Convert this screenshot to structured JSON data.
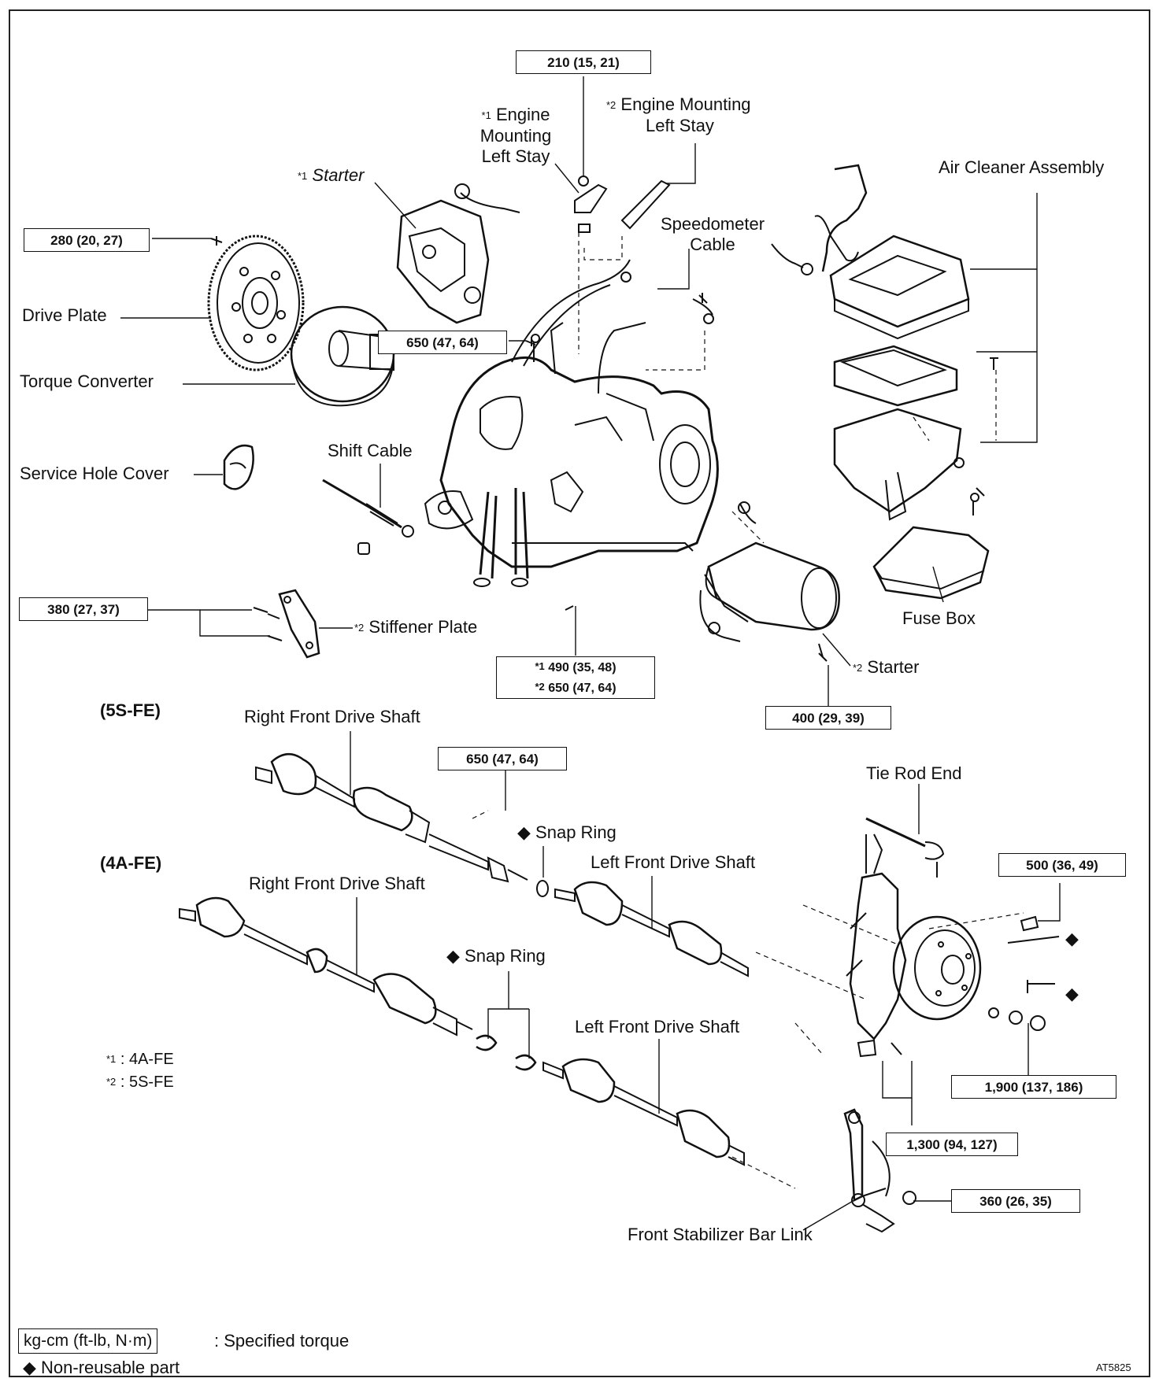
{
  "labels": {
    "drive_plate": "Drive Plate",
    "torque_converter": "Torque Converter",
    "service_hole_cover": "Service Hole Cover",
    "starter1_mark": "*1",
    "starter1": "Starter",
    "emls1_mark": "*1",
    "emls1_line1": "Engine",
    "emls1_line2": "Mounting",
    "emls1_line3": "Left Stay",
    "emls2_mark": "*2",
    "emls2_line1": "Engine Mounting",
    "emls2_line2": "Left Stay",
    "speedo_line1": "Speedometer",
    "speedo_line2": "Cable",
    "air_cleaner": "Air Cleaner Assembly",
    "shift_cable": "Shift Cable",
    "stiffener_mark": "*2",
    "stiffener": "Stiffener Plate",
    "fuse_box": "Fuse Box",
    "starter2_mark": "*2",
    "starter2": "Starter",
    "section_5sfe": "(5S-FE)",
    "section_4afe": "(4A-FE)",
    "rfds_5s": "Right Front Drive Shaft",
    "rfds_4a": "Right Front Drive Shaft",
    "lfds_5s": "Left Front Drive Shaft",
    "lfds_4a": "Left Front Drive Shaft",
    "snap_ring_1": "Snap Ring",
    "snap_ring_2": "Snap Ring",
    "tie_rod_end": "Tie Rod End",
    "stabilizer_link": "Front Stabilizer Bar Link"
  },
  "torques": {
    "t210": "210 (15, 21)",
    "t280": "280 (20, 27)",
    "t650a": "650 (47, 64)",
    "t380": "380 (27, 37)",
    "t490_mark": "*1",
    "t490": "490 (35, 48)",
    "t650b_mark": "*2",
    "t650b": "650 (47, 64)",
    "t400": "400 (29, 39)",
    "t650c": "650 (47, 64)",
    "t500": "500 (36, 49)",
    "t1900": "1,900 (137, 186)",
    "t1300": "1,300 (94, 127)",
    "t360": "360 (26, 35)"
  },
  "footnotes": {
    "n1_mark": "*1",
    "n1_text": ":  4A-FE",
    "n2_mark": "*2",
    "n2_text": ":  5S-FE"
  },
  "legend": {
    "unit_box": "kg-cm (ft-lb, N·m)",
    "unit_text": ":  Specified torque",
    "diamond": "◆",
    "nonreusable_text": "Non-reusable part"
  },
  "diamond": "◆",
  "figure_code": "AT5825"
}
